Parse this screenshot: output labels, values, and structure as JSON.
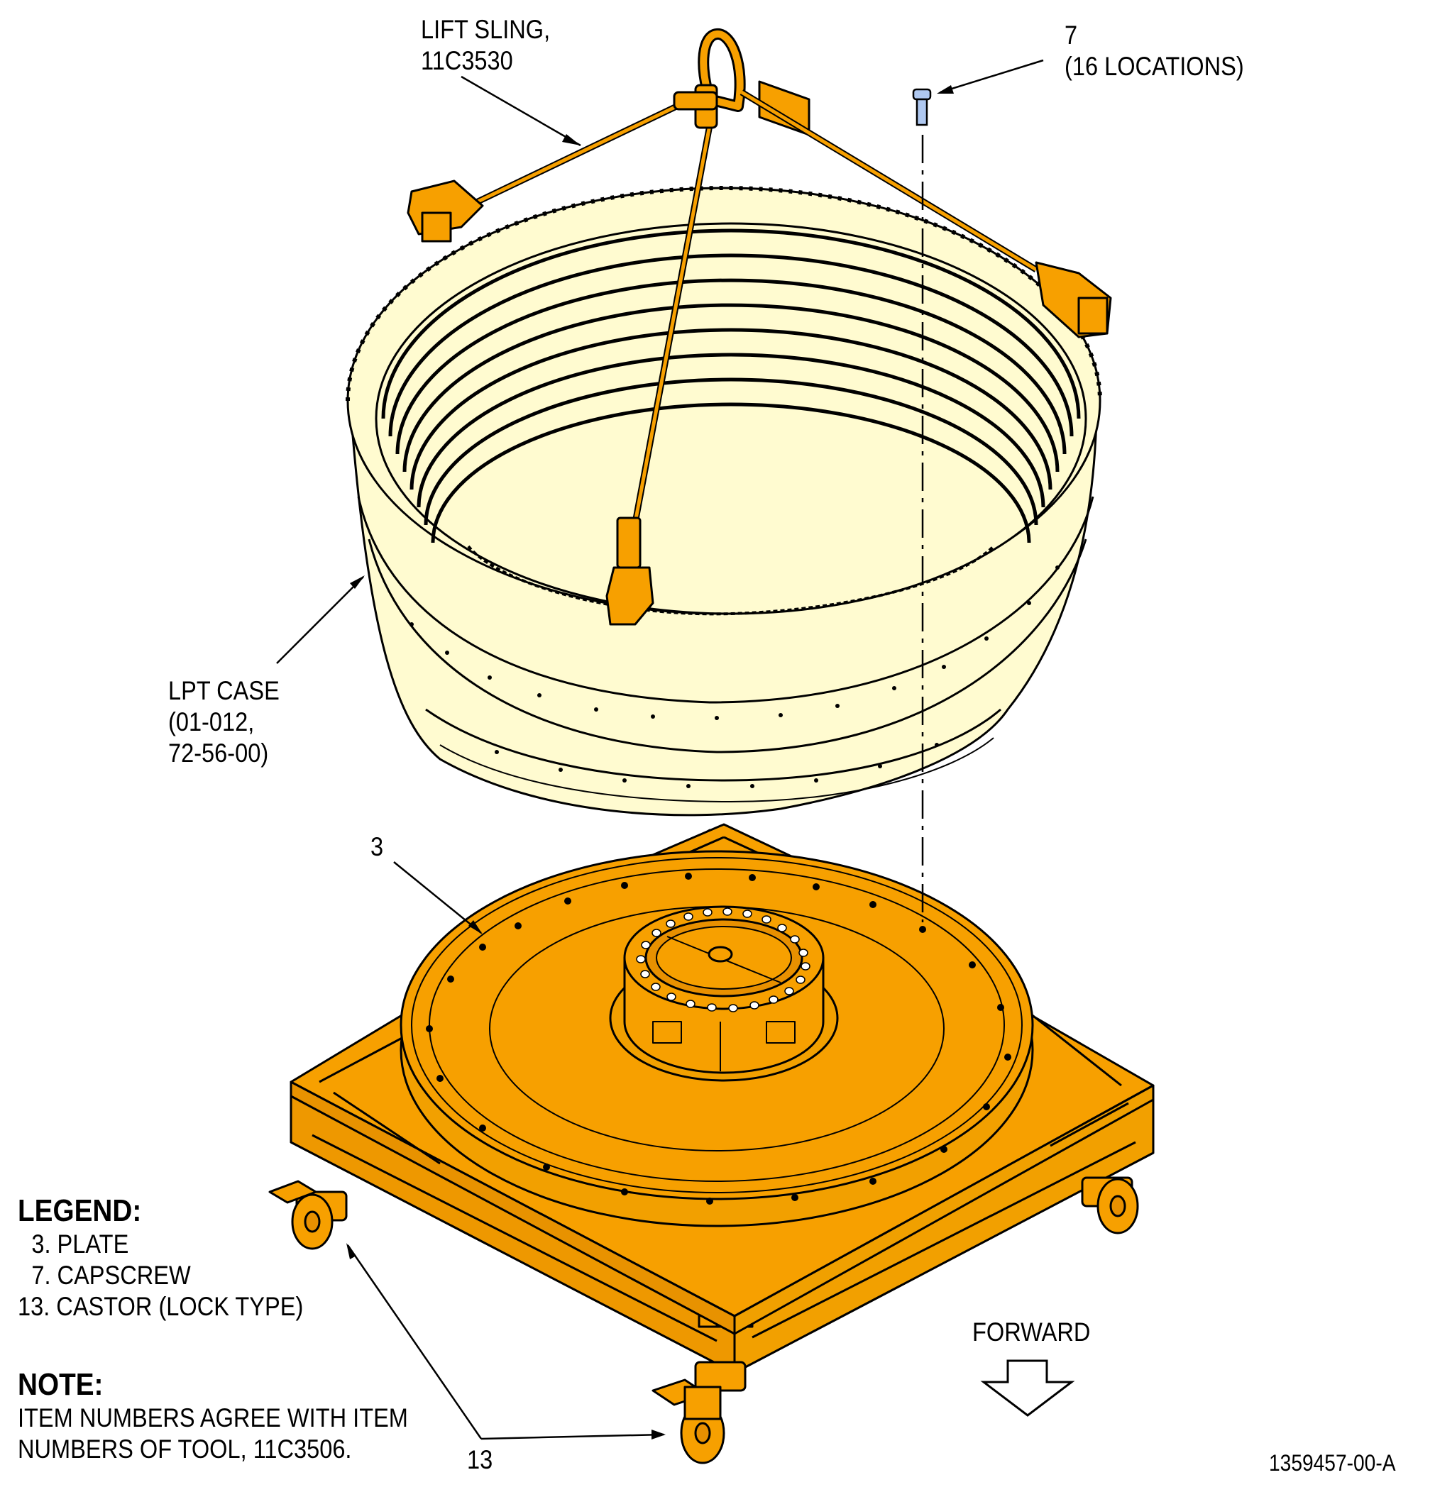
{
  "callouts": {
    "lift_sling": [
      "LIFT SLING,",
      "11C3530"
    ],
    "item7": [
      "7",
      "(16 LOCATIONS)"
    ],
    "lpt_case": [
      "LPT CASE",
      "(01-012,",
      "72-56-00)"
    ],
    "item3": "3",
    "item13": "13",
    "forward": "FORWARD"
  },
  "legend": {
    "title": "LEGEND:",
    "items": [
      "3. PLATE",
      "7. CAPSCREW",
      "13. CASTOR (LOCK TYPE)"
    ]
  },
  "note": {
    "title": "NOTE:",
    "lines": [
      "ITEM NUMBERS AGREE WITH ITEM",
      "NUMBERS OF TOOL, 11C3506."
    ]
  },
  "figure_id": "1359457-00-A",
  "colors": {
    "tool_orange": "#F7A000",
    "case_cream": "#FFFBD0",
    "line_black": "#000000",
    "capscrew_blue": "#AFC8F0"
  }
}
